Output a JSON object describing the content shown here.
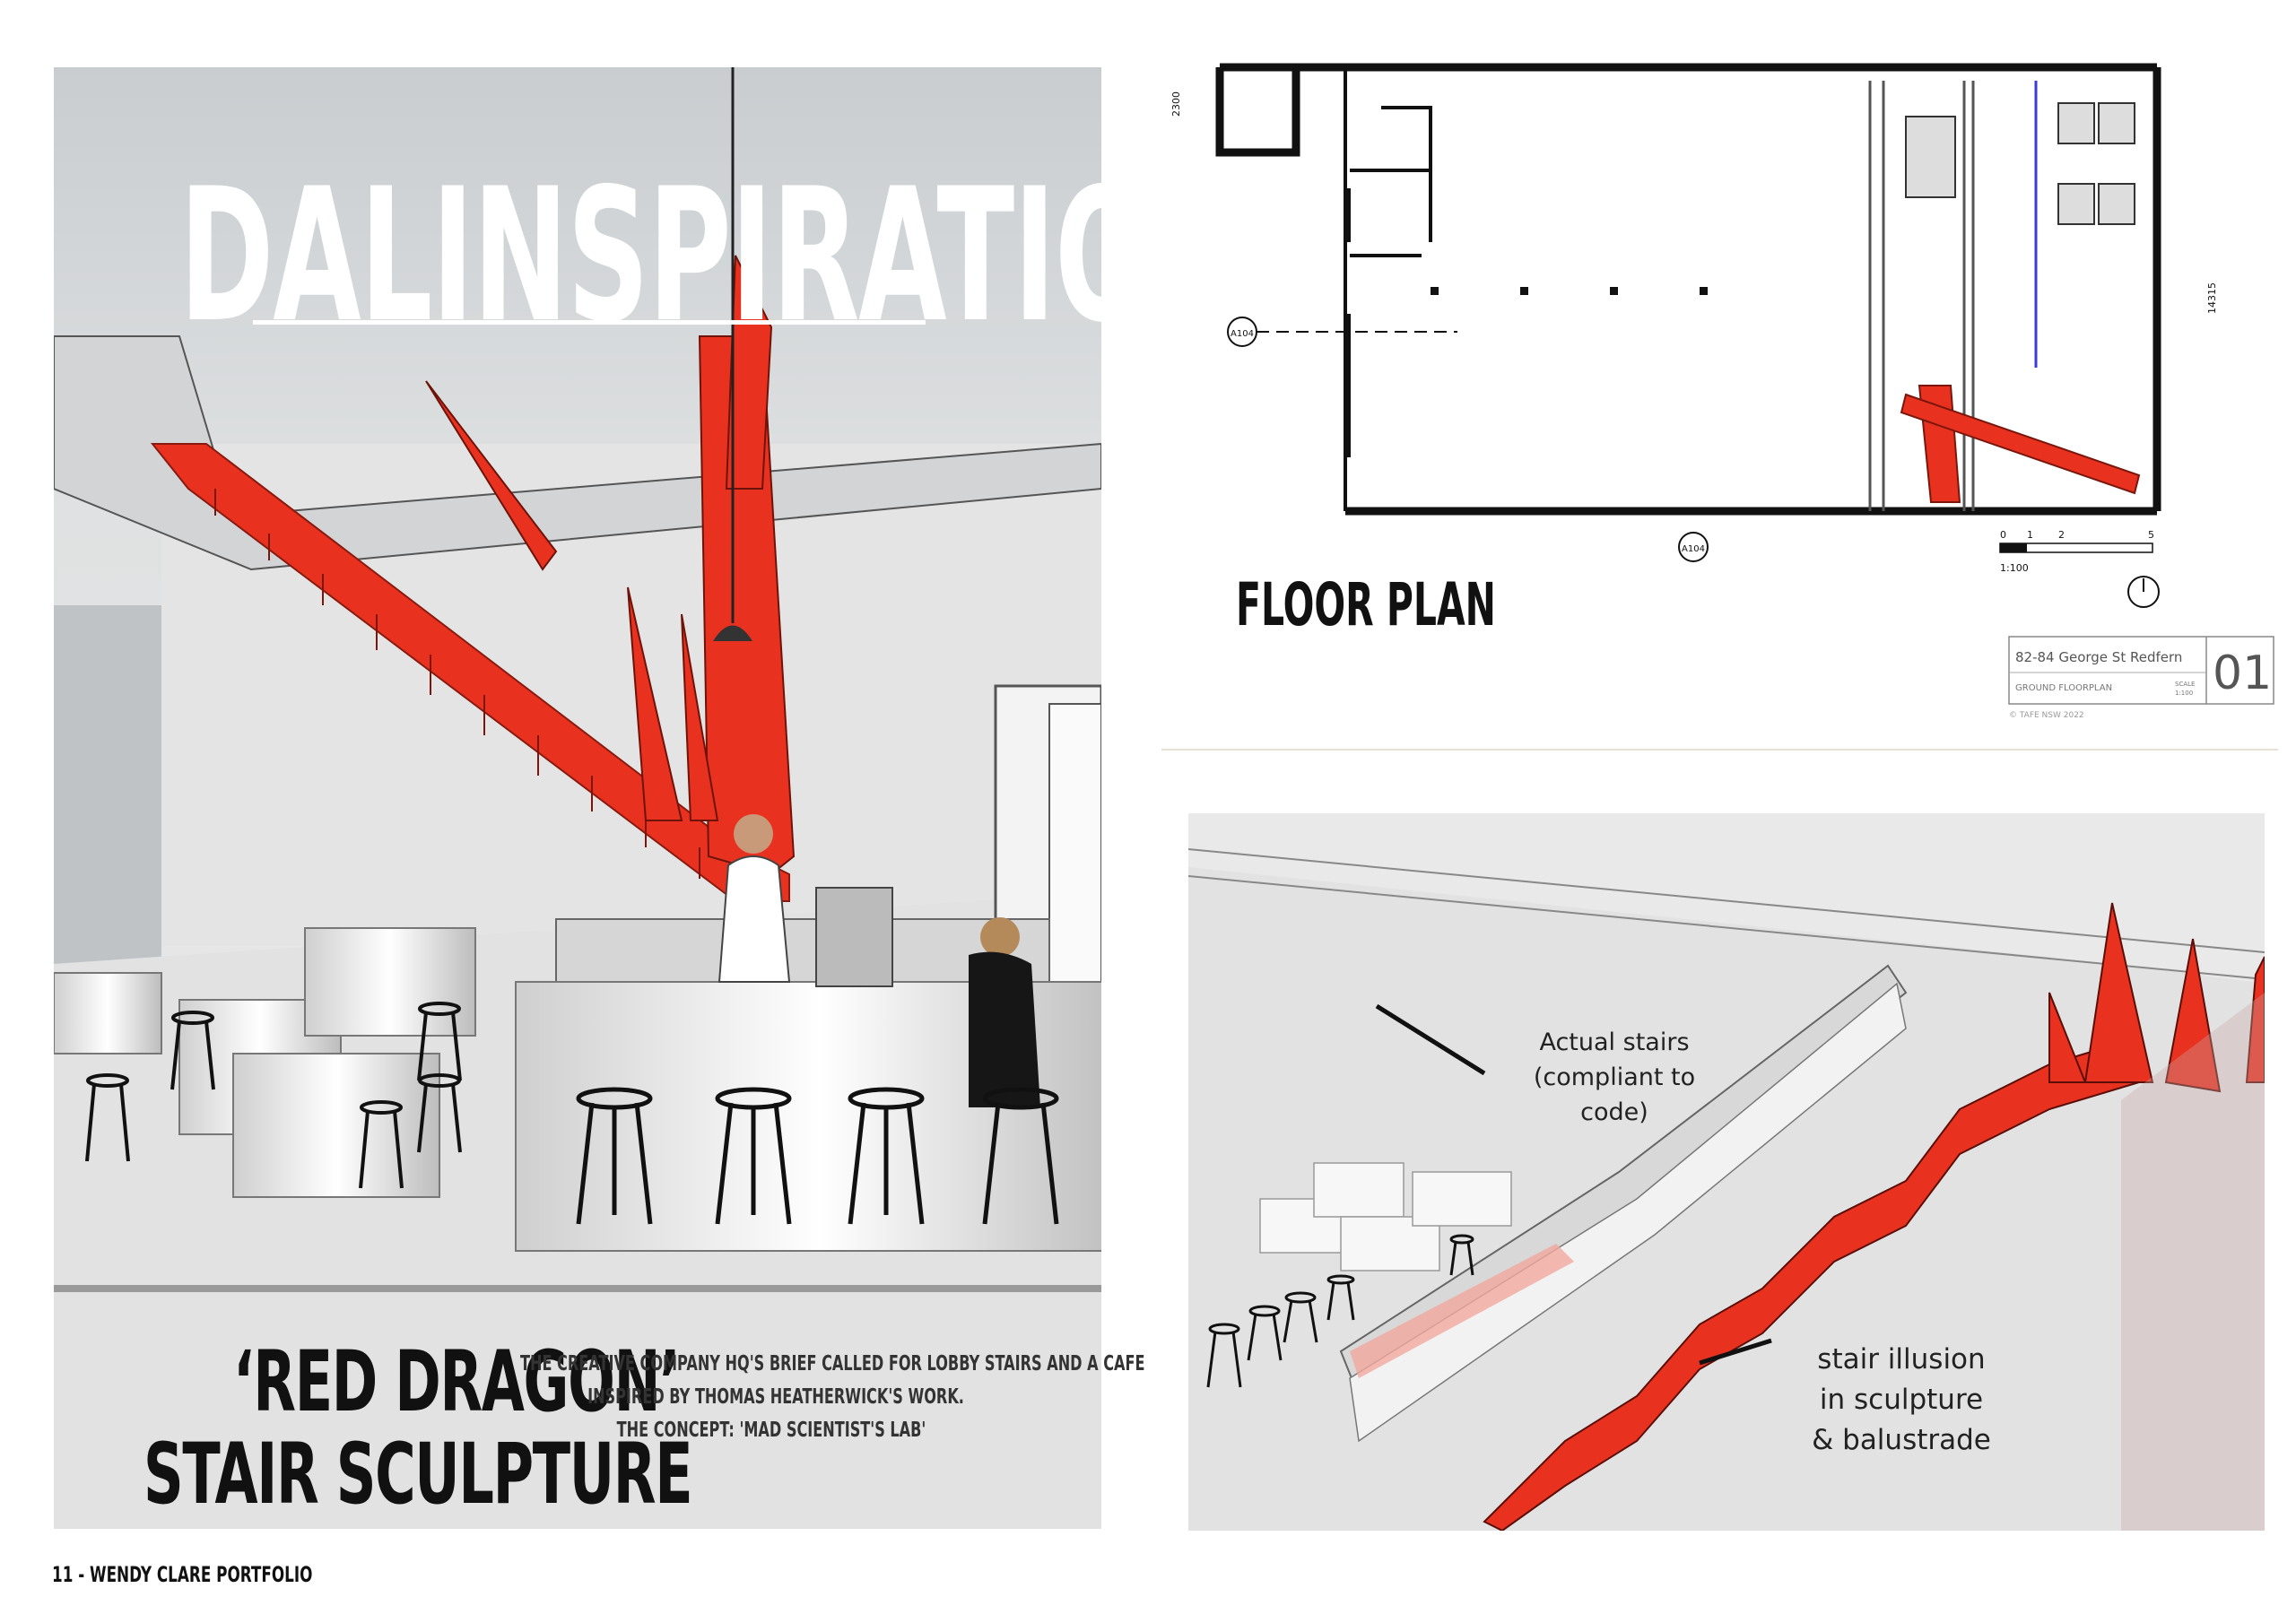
{
  "render": {
    "title": "DALINSPIRATION",
    "subtitle_line1": "‘RED DRAGON’",
    "subtitle_line2": "STAIR SCULPTURE",
    "brief": [
      "THE  CREATIVE COMPANY HQ'S  BRIEF CALLED FOR LOBBY STAIRS AND A CAFE",
      "INSPIRED BY THOMAS HEATHERWICK'S WORK.",
      "THE CONCEPT: 'MAD SCIENTIST'S LAB'"
    ]
  },
  "floor_plan": {
    "label": "FLOOR PLAN",
    "dimension_left": "2300",
    "dimension_right": "14315",
    "section_marker_left": "A104",
    "section_marker_bottom": "A104",
    "scale_ticks": [
      "0",
      "1",
      "2",
      "5"
    ],
    "scale_ratio": "1:100",
    "title_block": {
      "address": "82-84 George St Redfern",
      "sheet_name": "GROUND FLOORPLAN",
      "scale_label": "SCALE",
      "scale_value": "1:100",
      "sheet_number": "01",
      "copyright": "© TAFE NSW 2022"
    }
  },
  "sketch": {
    "annotation_actual": [
      "Actual stairs",
      "(compliant to",
      "code)"
    ],
    "annotation_illusion": [
      "stair illusion",
      "in sculpture",
      "& balustrade"
    ]
  },
  "footer": "11 -  WENDY CLARE PORTFOLIO",
  "colors": {
    "accent_red": "#e8321f",
    "ink": "#111111",
    "plan_blue": "#3b3bd6"
  }
}
